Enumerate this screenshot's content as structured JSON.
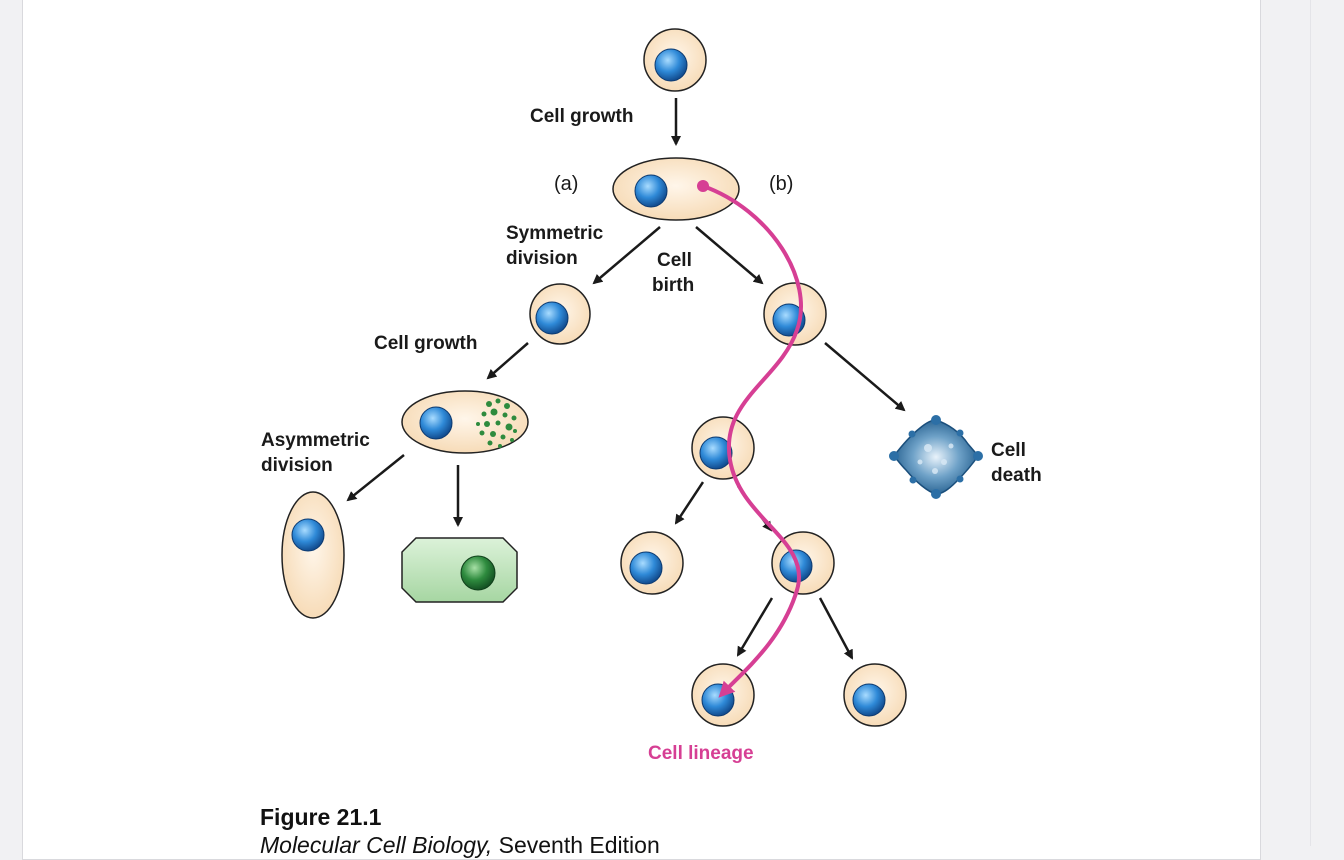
{
  "labels": {
    "cell_growth_top": "Cell growth",
    "branch_a": "(a)",
    "branch_b": "(b)",
    "symmetric_division_1": "Symmetric",
    "symmetric_division_2": "division",
    "cell_birth_1": "Cell",
    "cell_birth_2": "birth",
    "cell_growth_left": "Cell growth",
    "asymmetric_division_1": "Asymmetric",
    "asymmetric_division_2": "division",
    "cell_death_1": "Cell",
    "cell_death_2": "death",
    "cell_lineage": "Cell lineage"
  },
  "caption": {
    "title": "Figure 21.1",
    "book_italic": "Molecular Cell Biology,",
    "book_edition": " Seventh Edition"
  },
  "colors": {
    "cytoplasm": "#fbe3c6",
    "nucleus": "#3a8fd6",
    "differentiated_cell": "#bfe3bd",
    "differentiated_nucleus": "#2e8b3e",
    "lineage_path": "#d63f94",
    "arrow": "#1a1a1a"
  }
}
